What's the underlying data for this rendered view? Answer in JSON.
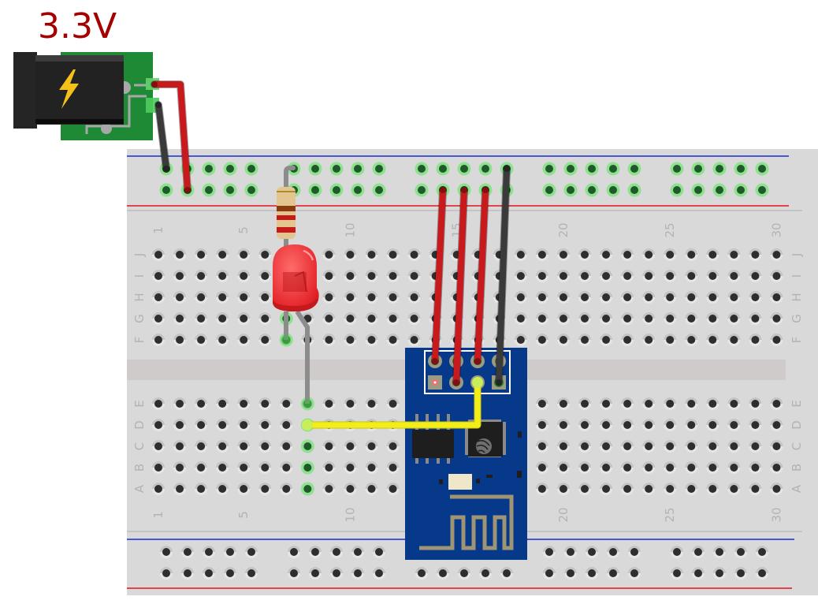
{
  "power": {
    "label": "3.3V",
    "icon": "lightning-bolt-icon"
  },
  "breadboard": {
    "columns": 30,
    "column_number_labels": [
      "1",
      "5",
      "10",
      "15",
      "20",
      "25",
      "30"
    ],
    "top_row_labels": [
      "J",
      "I",
      "H",
      "G",
      "F"
    ],
    "bottom_row_labels": [
      "E",
      "D",
      "C",
      "B",
      "A"
    ],
    "rail_groups": 5,
    "rail_holes_per_group": 5
  },
  "components": {
    "resistor": {
      "name": "resistor",
      "bands": [
        "brown",
        "red",
        "red",
        "gold"
      ]
    },
    "led": {
      "name": "red-led",
      "color": "#e8262b"
    },
    "module": {
      "name": "esp8266-esp01",
      "pins": 8
    }
  },
  "colors": {
    "wire_red": "#c8191c",
    "wire_black": "#3a3a3a",
    "wire_yellow": "#f2ee16",
    "wire_gray": "#8c8c8c",
    "rail_blue": "#1b2ccf",
    "rail_red": "#e2141d",
    "pcb_blue": "#06398a",
    "jack_pcb_green": "#1e8a36"
  }
}
